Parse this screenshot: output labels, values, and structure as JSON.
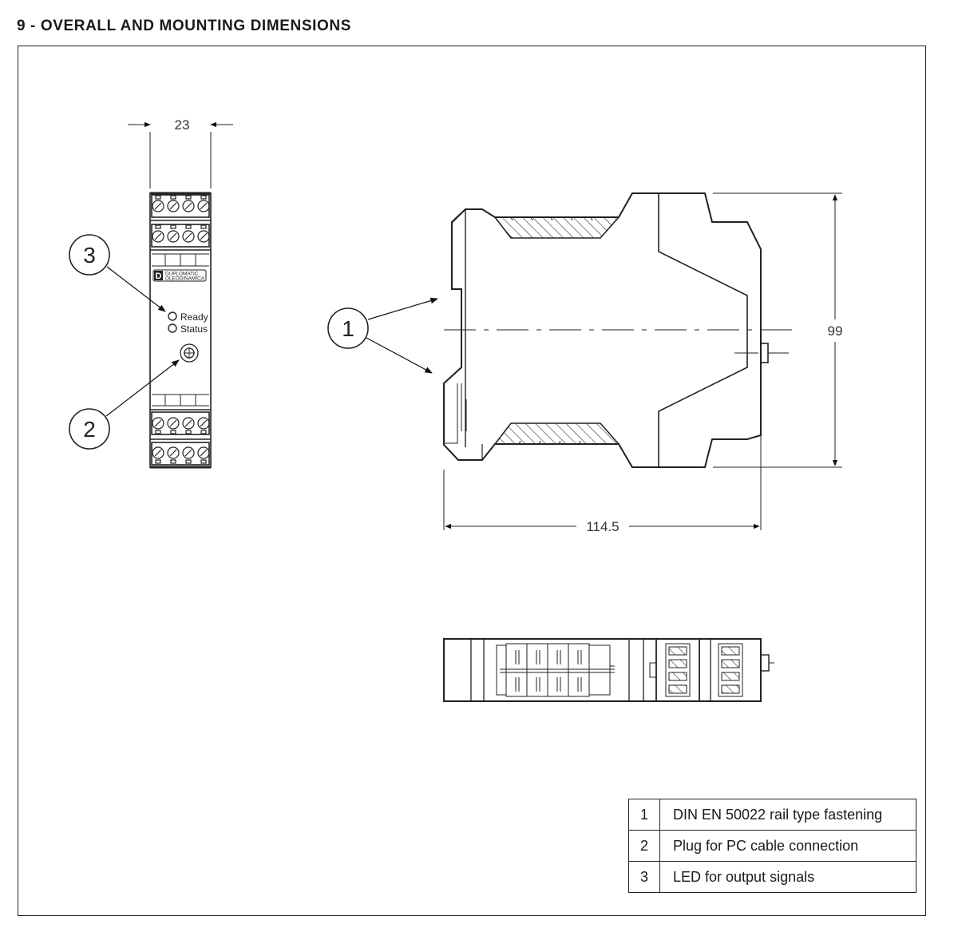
{
  "heading": "9 - OVERALL AND MOUNTING DIMENSIONS",
  "dimensions": {
    "width": "23",
    "height": "99",
    "depth": "114.5"
  },
  "callouts": {
    "one": "1",
    "two": "2",
    "three": "3"
  },
  "front_panel": {
    "led_ready": "Ready",
    "led_status": "Status",
    "brand_line1": "DUPLOMATIC",
    "brand_line2": "OLEODINAMICA",
    "logo_letter": "D"
  },
  "legend": [
    {
      "num": "1",
      "text": "DIN EN 50022 rail type fastening"
    },
    {
      "num": "2",
      "text": "Plug for PC cable connection"
    },
    {
      "num": "3",
      "text": "LED for output signals"
    }
  ]
}
